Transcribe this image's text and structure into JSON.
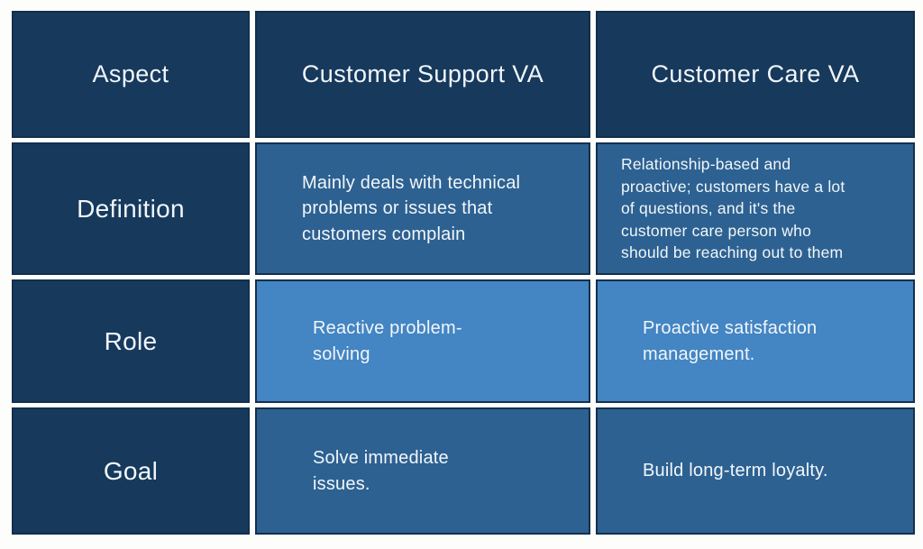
{
  "page": {
    "background": "#fdfdfb"
  },
  "colors": {
    "header_navy": "#16395c",
    "medium_blue": "#2d6191",
    "light_blue": "#4485c3",
    "cell_border": "#13304d",
    "text": "#f1f6fa"
  },
  "chart_data": {
    "type": "table",
    "title": "",
    "columns": [
      "Aspect",
      "Customer Support VA",
      "Customer Care VA"
    ],
    "rows": [
      {
        "aspect": "Definition",
        "customer_support_va": "Mainly deals with technical\nproblems or issues that\ncustomers complain",
        "customer_care_va": "Relationship-based and\nproactive; customers have a lot\nof questions, and it's the\ncustomer care person who\nshould be reaching out to them"
      },
      {
        "aspect": "Role",
        "customer_support_va": "Reactive problem-\nsolving",
        "customer_care_va": "Proactive satisfaction\nmanagement."
      },
      {
        "aspect": "Goal",
        "customer_support_va": "Solve immediate\nissues.",
        "customer_care_va": "Build long-term loyalty."
      }
    ]
  }
}
